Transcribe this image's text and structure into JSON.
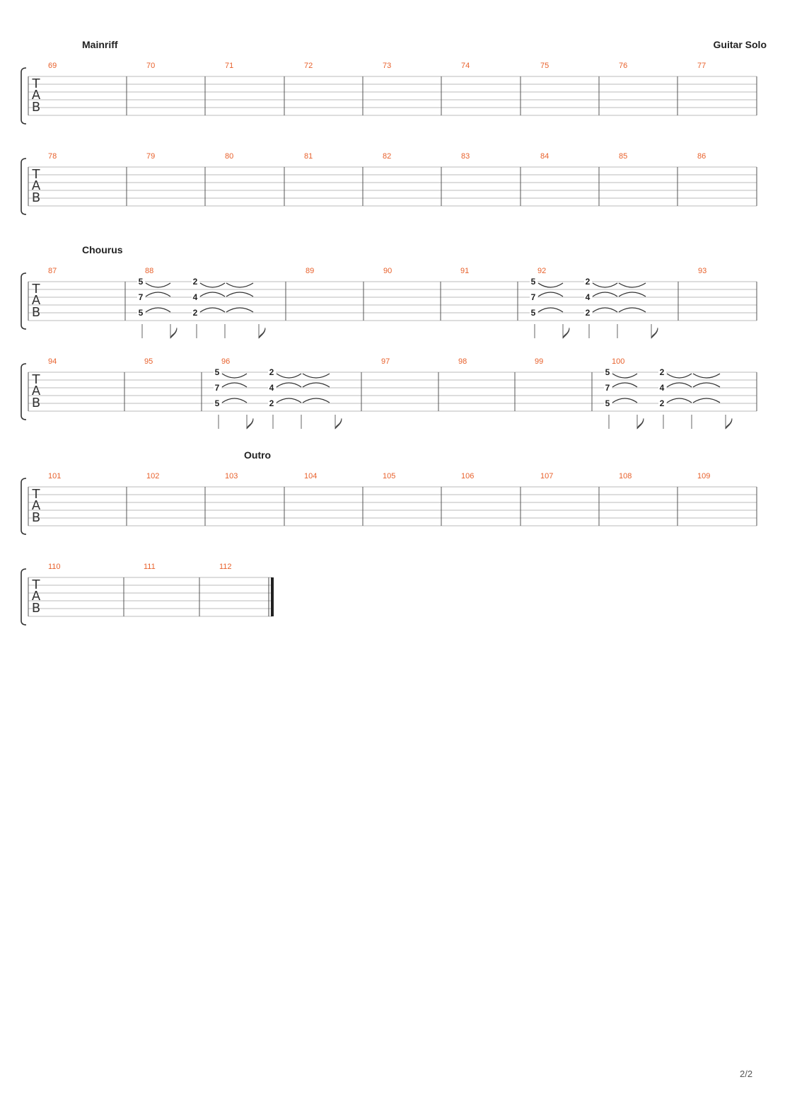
{
  "document": {
    "type": "guitar-tablature",
    "page_indicator": "2/2",
    "colors": {
      "measure_number": "#e8612c",
      "staff_line": "#bbbbbb",
      "text": "#222222"
    },
    "tab_clef": [
      "T",
      "A",
      "B"
    ]
  },
  "section_labels": [
    "Mainriff",
    "Guitar Solo",
    "Chourus",
    "Outro"
  ],
  "systems": [
    {
      "id": "system-1",
      "section": "Mainriff",
      "measures": [
        69,
        70,
        71,
        72,
        73,
        74,
        75,
        76,
        77
      ],
      "notes": []
    },
    {
      "id": "system-2",
      "section": "",
      "measures": [
        78,
        79,
        80,
        81,
        82,
        83,
        84,
        85,
        86
      ],
      "notes": []
    },
    {
      "id": "system-3",
      "section": "Chourus",
      "measures": [
        87,
        88,
        89,
        90,
        91,
        92,
        93
      ],
      "notes": [
        {
          "measure": 88,
          "chords": [
            {
              "frets": [
                "5",
                "7",
                "5"
              ],
              "duration": "half"
            },
            {
              "frets": [
                "2",
                "4",
                "2"
              ],
              "duration": "quarter-tied"
            }
          ]
        },
        {
          "measure": 92,
          "chords": [
            {
              "frets": [
                "5",
                "7",
                "5"
              ],
              "duration": "half"
            },
            {
              "frets": [
                "2",
                "4",
                "2"
              ],
              "duration": "quarter-tied"
            }
          ]
        }
      ]
    },
    {
      "id": "system-4",
      "section": "",
      "measures": [
        94,
        95,
        96,
        97,
        98,
        99,
        100
      ],
      "notes": [
        {
          "measure": 96,
          "chords": [
            {
              "frets": [
                "5",
                "7",
                "5"
              ],
              "duration": "half"
            },
            {
              "frets": [
                "2",
                "4",
                "2"
              ],
              "duration": "quarter-tied"
            }
          ]
        },
        {
          "measure": 100,
          "chords": [
            {
              "frets": [
                "5",
                "7",
                "5"
              ],
              "duration": "half"
            },
            {
              "frets": [
                "2",
                "4",
                "2"
              ],
              "duration": "quarter-tied"
            }
          ]
        }
      ]
    },
    {
      "id": "system-5",
      "section": "Outro",
      "measures": [
        101,
        102,
        103,
        104,
        105,
        106,
        107,
        108,
        109
      ],
      "notes": []
    },
    {
      "id": "system-6",
      "section": "",
      "measures": [
        110,
        111,
        112
      ],
      "final_barline": true,
      "notes": []
    }
  ]
}
